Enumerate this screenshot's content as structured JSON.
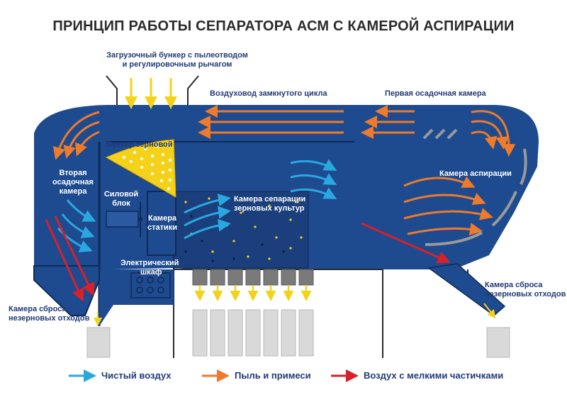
{
  "title": "ПРИНЦИП РАБОТЫ СЕПАРАТОРА АСМ С КАМЕРОЙ АСПИРАЦИИ",
  "labels": {
    "hopper_line1": "Загрузочный бункер с пылеотводом",
    "hopper_line2": "и регулировочным рычагом",
    "duct": "Воздуховод замкнутого цикла",
    "first_settling": "Первая осадочная камера",
    "grain_bunker": "Бункер зерновой",
    "second_settling_1": "Вторая",
    "second_settling_2": "осадочная",
    "second_settling_3": "камера",
    "power_unit_1": "Силовой",
    "power_unit_2": "блок",
    "static_chamber_1": "Камера",
    "static_chamber_2": "статики",
    "separation_1": "Камера сепарации",
    "separation_2": "зерновых культур",
    "aspiration": "Камера аспирации",
    "electric_1": "Электрический",
    "electric_2": "шкаф",
    "waste_left_1": "Камера сброса",
    "waste_left_2": "незерновых отходов",
    "waste_right_1": "Камера сброса",
    "waste_right_2": "незерновых отходов"
  },
  "legend": [
    {
      "label": "Чистый воздух",
      "color": "#29a8e0"
    },
    {
      "label": "Пыль и примеси",
      "color": "#ee7a2b"
    },
    {
      "label": "Воздух с мелкими частичками",
      "color": "#d8202a"
    }
  ],
  "colors": {
    "body": "#1e4b8f",
    "body_dark": "#163a70",
    "panel": "#23529a",
    "grain": "#f5d21a",
    "gray": "#9a9a9a",
    "light_gray": "#d9d9d9"
  }
}
